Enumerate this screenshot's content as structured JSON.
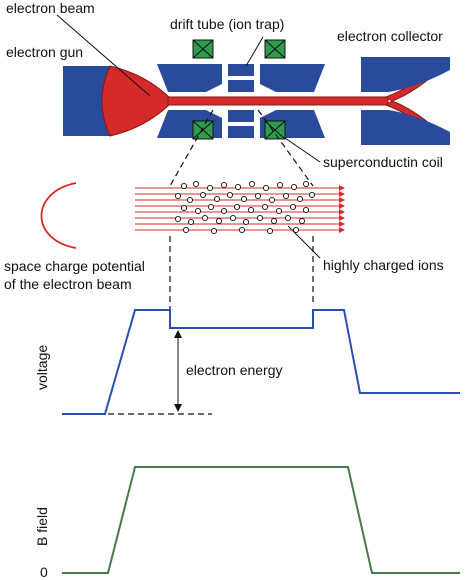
{
  "labels": {
    "electron_beam": "electron beam",
    "drift_tube": "drift tube (ion trap)",
    "electron_gun": "electron gun",
    "electron_collector": "electron collector",
    "superconducting_coil": "superconductin coil",
    "space_charge_line1": "space charge potential",
    "space_charge_line2": "of the electron beam",
    "highly_charged_ions": "highly charged ions",
    "voltage": "voltage",
    "electron_energy": "electron energy",
    "b_field": "B field",
    "zero": "0"
  },
  "colors": {
    "electrode_blue": "#2a4b9b",
    "beam_red": "#d42a2a",
    "coil_green": "#2f9b4f",
    "voltage_line": "#2a4fb0",
    "bfield_line": "#4a7a4a"
  }
}
